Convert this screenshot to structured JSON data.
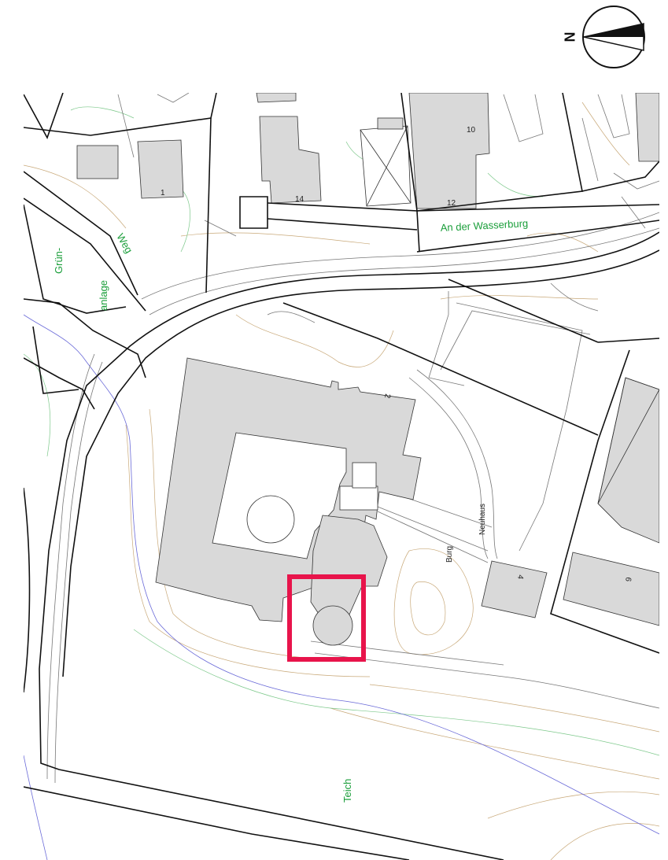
{
  "map": {
    "street_label": "An der Wasserburg",
    "pond_label": "Teich",
    "green_area_labels": [
      "Weg",
      "Grün-",
      "anlage"
    ],
    "path_labels": [
      "Neuhaus",
      "Burg"
    ],
    "house_numbers": [
      "1",
      "14",
      "10",
      "12",
      "2",
      "4",
      "6"
    ],
    "north_arrow_letter": "N",
    "highlight_color": "#e8144b",
    "building_color": "#d9d9d9"
  }
}
